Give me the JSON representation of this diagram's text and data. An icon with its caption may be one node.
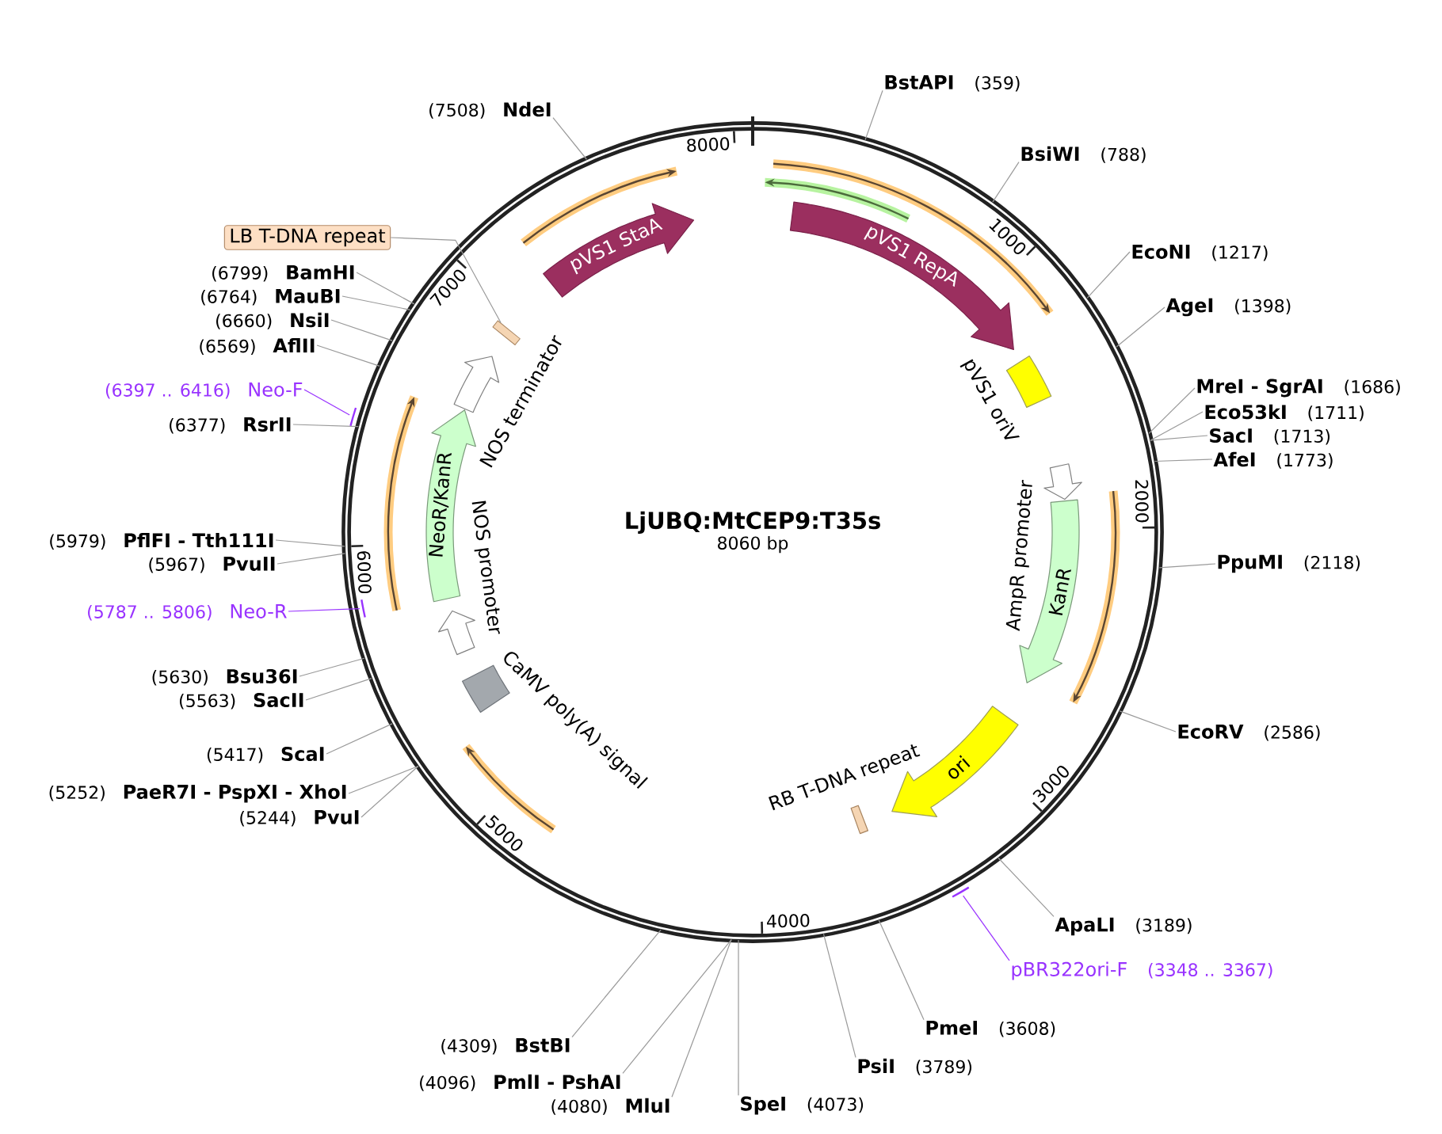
{
  "diagram": {
    "nodes": [
      {
        "text": [
          "LjUBQ:MtCEP9:T35s",
          "8060 bp"
        ]
      },
      {
        "text": [
          "pVS1 RepA"
        ],
        "in": 0
      },
      {
        "text": [
          "pVS1 oriV"
        ],
        "in": 0
      },
      {
        "text": [
          "AmpR promoter"
        ],
        "in": 0
      },
      {
        "text": [
          "KanR"
        ],
        "in": 0
      },
      {
        "text": [
          "ori"
        ],
        "in": 0
      },
      {
        "text": [
          "RB T-DNA repeat"
        ],
        "in": 0
      },
      {
        "text": [
          "CaMV poly(A) signal"
        ],
        "in": 0
      },
      {
        "text": [
          "NOS promoter"
        ],
        "in": 0
      },
      {
        "text": [
          "NeoR/KanR"
        ],
        "in": 0
      },
      {
        "text": [
          "NOS terminator"
        ],
        "in": 0
      },
      {
        "text": [],
        "shape": "box",
        "in": 0
      },
      {
        "text": [
          "pVS1 StaA"
        ],
        "in": 0
      },
      {
        "text": [
          "BstAPI"
        ],
        "beside": [
          "(359)"
        ]
      },
      {
        "text": [
          "BsiWI"
        ],
        "beside": [
          "(788)"
        ]
      },
      {
        "text": [
          "EcoNI"
        ],
        "beside": [
          "(1217)"
        ]
      },
      {
        "text": [
          "AgeI"
        ],
        "beside": [
          "(1398)"
        ]
      },
      {
        "text": [
          "MreI - SgrAI"
        ],
        "beside": [
          "(1686)"
        ]
      },
      {
        "text": [
          "Eco53kI"
        ],
        "beside": [
          "(1711)"
        ]
      },
      {
        "text": [
          "SacI"
        ],
        "beside": [
          "(1713)"
        ]
      },
      {
        "text": [
          "AfeI"
        ],
        "beside": [
          "(1773)"
        ]
      },
      {
        "text": [
          "PpuMI"
        ],
        "beside": [
          "(2118)"
        ]
      },
      {
        "text": [
          "EcoRV"
        ],
        "beside": [
          "(2586)"
        ]
      },
      {
        "text": [
          "ApaLI"
        ],
        "beside": [
          "(3189)"
        ]
      },
      {
        "text": [
          "pBR322ori-F"
        ],
        "beside": [
          "(3348 .. 3367)"
        ]
      },
      {
        "text": [],
        "shape": "arrow"
      },
      {
        "text": [
          "PmeI"
        ],
        "beside": [
          "(3608)"
        ]
      },
      {
        "text": [
          "PsiI"
        ],
        "beside": [
          "(3789)"
        ]
      },
      {
        "text": [
          "SpeI"
        ],
        "beside": [
          "(4073)"
        ]
      },
      {
        "text": [
          "MluI"
        ],
        "beside": [
          "(4080)"
        ]
      },
      {
        "text": [
          "PmlI - PshAI"
        ],
        "beside": [
          "(4096)"
        ]
      },
      {
        "text": [
          "BstBI"
        ],
        "beside": [
          "(4309)"
        ]
      },
      {
        "text": [
          "PvuI"
        ],
        "beside": [
          "(5244)"
        ]
      },
      {
        "text": [
          "PaeR7I - PspXI - XhoI"
        ],
        "beside": [
          "(5252)"
        ]
      },
      {
        "text": [
          "ScaI"
        ],
        "beside": [
          "(5417)"
        ]
      },
      {
        "text": [
          "SacII"
        ],
        "beside": [
          "(5563)"
        ]
      },
      {
        "text": [
          "Bsu36I"
        ],
        "beside": [
          "(5630)"
        ]
      },
      {
        "text": [
          "Neo-R"
        ],
        "beside": [
          "(5787 .. 5806)"
        ]
      },
      {
        "text": [],
        "shape": "arrow",
        "in": 0
      },
      {
        "text": [
          "PvuII"
        ],
        "beside": [
          "(5967)"
        ]
      },
      {
        "text": [
          "PflFI - Tth111I"
        ],
        "beside": [
          "(5979)"
        ]
      },
      {
        "text": [
          "RsrII"
        ],
        "beside": [
          "(6377)"
        ]
      },
      {
        "text": [
          "Neo-F"
        ],
        "beside": [
          "(6397 .. 6416)"
        ]
      },
      {
        "text": [],
        "shape": "arrow"
      },
      {
        "text": [
          "AflII"
        ],
        "beside": [
          "(6569)"
        ]
      },
      {
        "text": [
          "NsiI"
        ],
        "beside": [
          "(6660)"
        ]
      },
      {
        "text": [
          "MauBI"
        ],
        "beside": [
          "(6764)"
        ]
      },
      {
        "text": [
          "BamHI"
        ],
        "beside": [
          "(6799)"
        ]
      },
      {
        "text": [
          "LB T-DNA repeat"
        ]
      },
      {
        "text": [
          "NdeI"
        ],
        "beside": [
          "(7508)"
        ]
      }
    ],
    "edges": [
      {
        "from": 13,
        "to": 0,
        "arrow": "none"
      },
      {
        "from": 14,
        "to": 0,
        "arrow": "none"
      },
      {
        "from": 15,
        "to": 0,
        "arrow": "none"
      },
      {
        "from": 16,
        "to": 0,
        "arrow": "none"
      },
      {
        "from": 17,
        "to": 0,
        "arrow": "none"
      },
      {
        "from": 18,
        "to": 0,
        "arrow": "none"
      },
      {
        "from": 19,
        "to": 0,
        "arrow": "none"
      },
      {
        "from": 20,
        "to": 0,
        "arrow": "none"
      },
      {
        "from": 21,
        "to": 0,
        "arrow": "none"
      },
      {
        "from": 22,
        "to": 0,
        "arrow": "none"
      },
      {
        "from": 23,
        "to": 0,
        "arrow": "none"
      },
      {
        "from": 24,
        "to": 25,
        "arrow": "none",
        "color": "#9933ff"
      },
      {
        "from": 26,
        "to": 0,
        "arrow": "none"
      },
      {
        "from": 27,
        "to": 0,
        "arrow": "none"
      },
      {
        "from": 28,
        "to": 0,
        "arrow": "none"
      },
      {
        "from": 29,
        "to": 0,
        "arrow": "none"
      },
      {
        "from": 30,
        "to": 0,
        "arrow": "none"
      },
      {
        "from": 31,
        "to": 0,
        "arrow": "none"
      },
      {
        "from": 32,
        "to": 0,
        "arrow": "none"
      },
      {
        "from": 33,
        "to": 0,
        "arrow": "none"
      },
      {
        "from": 34,
        "to": 0,
        "arrow": "none"
      },
      {
        "from": 35,
        "to": 0,
        "arrow": "none"
      },
      {
        "from": 36,
        "to": 0,
        "arrow": "none"
      },
      {
        "from": 37,
        "to": 38,
        "arrow": "none",
        "color": "#9933ff"
      },
      {
        "from": 39,
        "to": 0,
        "arrow": "none"
      },
      {
        "from": 40,
        "to": 0,
        "arrow": "none"
      },
      {
        "from": 41,
        "to": 0,
        "arrow": "none"
      },
      {
        "from": 42,
        "to": 43,
        "arrow": "none",
        "color": "#9933ff"
      },
      {
        "from": 44,
        "to": 0,
        "arrow": "none"
      },
      {
        "from": 45,
        "to": 0,
        "arrow": "none"
      },
      {
        "from": 46,
        "to": 0,
        "arrow": "none"
      },
      {
        "from": 47,
        "to": 0,
        "arrow": "none"
      },
      {
        "from": 48,
        "to": 11,
        "arrow": "none"
      },
      {
        "from": 49,
        "to": 0,
        "arrow": "none"
      }
    ],
    "labels": [
      "1000",
      "2000",
      "3000",
      "4000",
      "5000",
      "6000",
      "7000",
      "8000"
    ]
  }
}
